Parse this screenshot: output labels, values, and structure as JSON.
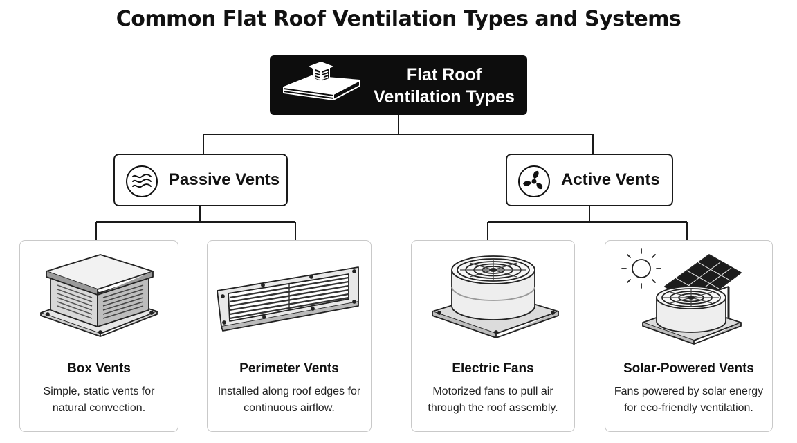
{
  "title": "Common Flat Roof Ventilation Types and Systems",
  "root": {
    "line1": "Flat Roof",
    "line2": "Ventilation Types",
    "icon": "flat-roof-vent-icon"
  },
  "categories": [
    {
      "label": "Passive Vents",
      "icon": "airflow-waves-icon"
    },
    {
      "label": "Active Vents",
      "icon": "fan-icon"
    }
  ],
  "cards": [
    {
      "title": "Box Vents",
      "desc": "Simple, static vents for natural convection.",
      "icon": "box-vent-icon"
    },
    {
      "title": "Perimeter Vents",
      "desc": "Installed along roof edges for continuous airflow.",
      "icon": "perimeter-vent-icon"
    },
    {
      "title": "Electric Fans",
      "desc": "Motorized fans to pull air through the roof assembly.",
      "icon": "electric-fan-icon"
    },
    {
      "title": "Solar-Powered Vents",
      "desc": "Fans powered by solar energy for eco-friendly ventilation.",
      "icon": "solar-vent-icon"
    }
  ],
  "colors": {
    "ink": "#111111",
    "root_bg": "#0d0d0d",
    "card_border": "#c9c9c9"
  }
}
